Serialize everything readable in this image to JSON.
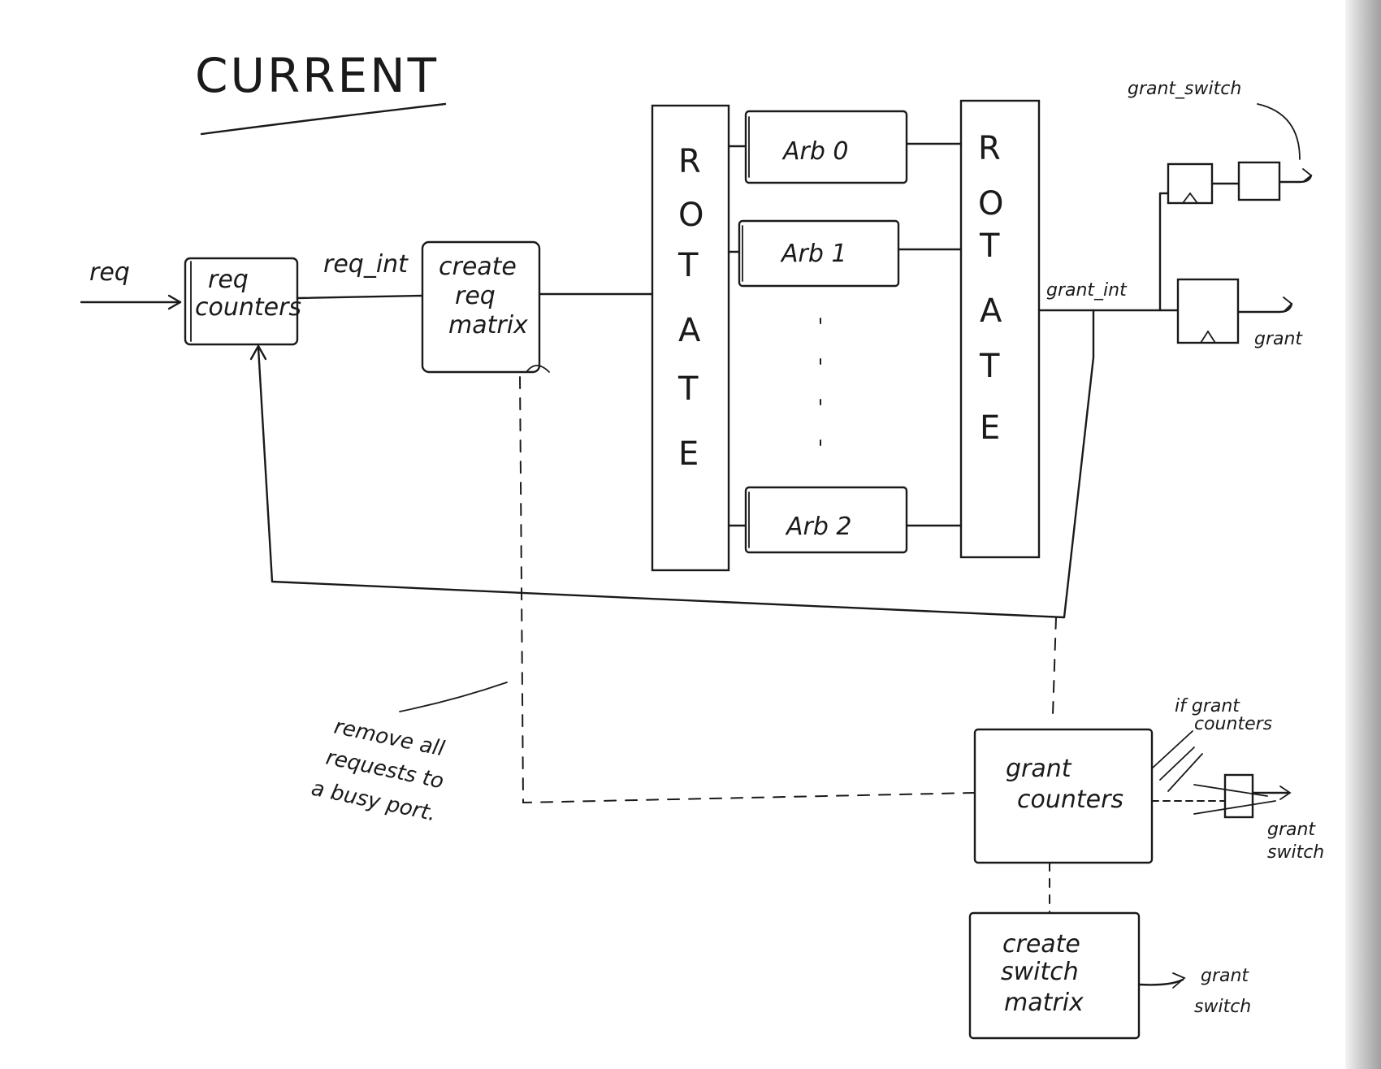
{
  "title": "CURRENT",
  "inputs": {
    "req": "req"
  },
  "blocks": {
    "req_counters": [
      "req",
      "counters"
    ],
    "create_req_matrix": [
      "create",
      "req",
      "matrix"
    ],
    "rotate_left": [
      "R",
      "O",
      "T",
      "A",
      "T",
      "E"
    ],
    "rotate_right": [
      "R",
      "O",
      "T",
      "A",
      "T",
      "E"
    ],
    "arb0": "Arb 0",
    "arb1": "Arb 1",
    "arb2": "Arb 2",
    "grant_counters": [
      "grant",
      "counters"
    ],
    "create_switch_matrix": [
      "create",
      "switch",
      "matrix"
    ]
  },
  "signals": {
    "req_int": "req_int",
    "grant_int": "grant_int",
    "grant": "grant",
    "grant_switch_top": "grant_switch",
    "grant_switch_mid": [
      "grant",
      "switch"
    ],
    "grant_switch_bottom": [
      "grant",
      "switch"
    ],
    "if_grant_counters": [
      "if grant",
      "counters"
    ]
  },
  "notes": {
    "remove_busy": [
      "remove all",
      "requests to",
      "a busy port."
    ]
  },
  "colors": {
    "ink": "#1a1a1a",
    "paper": "#ffffff"
  }
}
